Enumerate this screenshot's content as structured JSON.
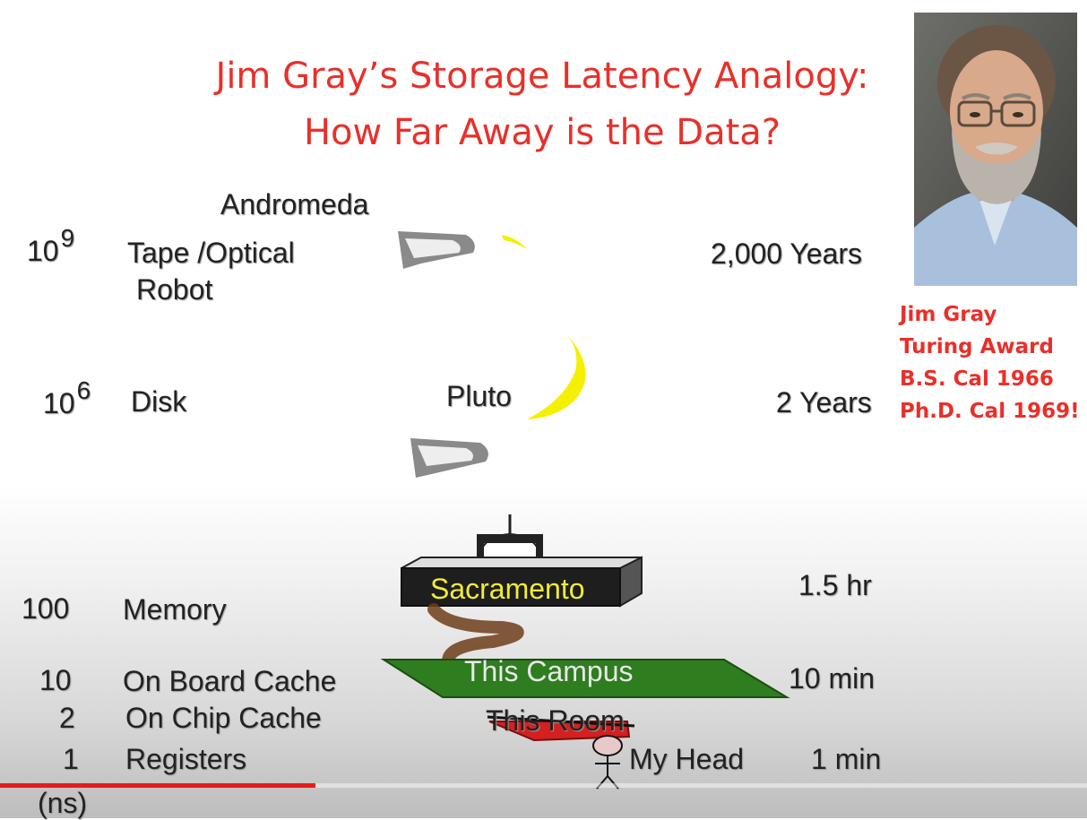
{
  "title": {
    "line1": "Jim Gray’s Storage Latency Analogy:",
    "line2": "How Far Away is the Data?"
  },
  "caption": {
    "line1": "Jim Gray",
    "line2": "Turing Award",
    "line3": "B.S. Cal 1966",
    "line4": "Ph.D. Cal 1969!"
  },
  "rows": {
    "tape": {
      "base": "10",
      "exp": "9",
      "name1": "Tape /Optical",
      "name2": "Robot",
      "place": "Andromeda",
      "time": "2,000 Years"
    },
    "disk": {
      "base": "10",
      "exp": "6",
      "name": "Disk",
      "place": "Pluto",
      "time": "2 Years"
    },
    "memory": {
      "value": "100",
      "name": "Memory",
      "place": "Sacramento",
      "time": "1.5 hr"
    },
    "board": {
      "value": "10",
      "name": "On Board  Cache",
      "place": "This Campus",
      "time": "10 min"
    },
    "chip": {
      "value": "2",
      "name": "On Chip Cache",
      "place": "This Room"
    },
    "reg": {
      "value": "1",
      "name": "Registers",
      "place": "My Head",
      "time": "1 min"
    }
  },
  "unit": "(ns)",
  "video": {
    "progress": 0.29
  },
  "colors": {
    "title": "#e8302a",
    "moon": "#f5f000",
    "campus": "#2e7d1f",
    "room": "#d42020",
    "progress": "#e81b1b"
  }
}
